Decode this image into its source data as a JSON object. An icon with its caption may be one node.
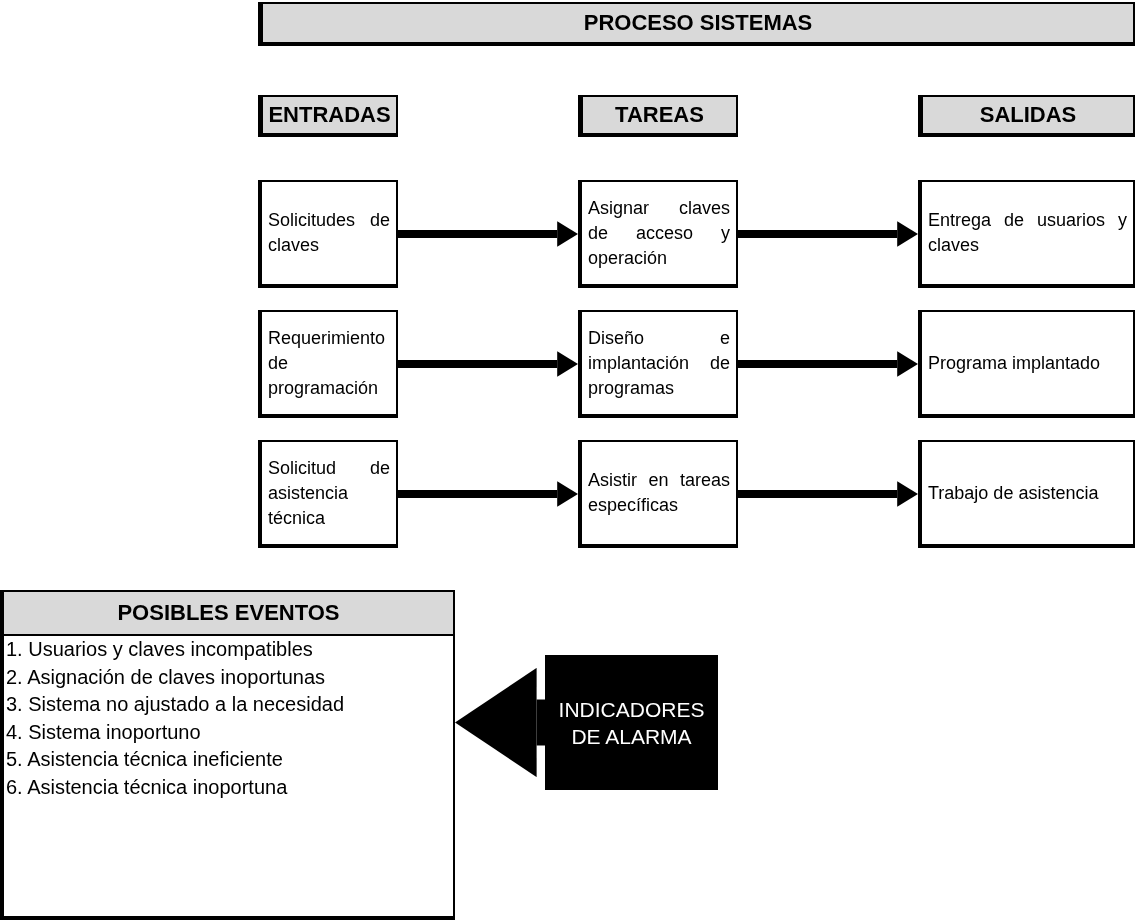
{
  "diagram": {
    "nodes": [
      {
        "text": [
          "PROCESO SISTEMAS"
        ]
      },
      {
        "text": [
          "ENTRADAS"
        ]
      },
      {
        "text": [
          "TAREAS"
        ]
      },
      {
        "text": [
          "SALIDAS"
        ]
      },
      {
        "text": [
          "Solicitudes de claves"
        ]
      },
      {
        "text": [
          "Asignar claves de acceso y operación"
        ]
      },
      {
        "text": [
          "Entrega de usuarios y claves"
        ]
      },
      {
        "text": [
          "Requerimiento de programación"
        ]
      },
      {
        "text": [
          "Diseño e implantación de programas"
        ]
      },
      {
        "text": [
          "Programa implantado"
        ]
      },
      {
        "text": [
          "Solicitud de asistencia técnica"
        ]
      },
      {
        "text": [
          "Asistir en tareas específicas"
        ]
      },
      {
        "text": [
          "Trabajo de asistencia"
        ]
      },
      {
        "text": [
          "POSIBLES EVENTOS",
          "1. Usuarios y claves incompatibles",
          "2. Asignación de claves inoportunas",
          "3. Sistema no ajustado a la necesidad",
          "4. Sistema  inoportuno",
          "5. Asistencia técnica ineficiente",
          "6. Asistencia técnica inoportuna"
        ]
      },
      {
        "text": [
          "INDICADORES DE ALARMA"
        ]
      }
    ],
    "edges": [
      {
        "from": 4,
        "to": 5,
        "arrow": "to"
      },
      {
        "from": 5,
        "to": 6,
        "arrow": "to"
      },
      {
        "from": 7,
        "to": 8,
        "arrow": "to"
      },
      {
        "from": 8,
        "to": 9,
        "arrow": "to"
      },
      {
        "from": 10,
        "to": 11,
        "arrow": "to"
      },
      {
        "from": 11,
        "to": 12,
        "arrow": "to"
      },
      {
        "from": 14,
        "to": 13,
        "arrow": "to",
        "style": "thick"
      }
    ]
  }
}
